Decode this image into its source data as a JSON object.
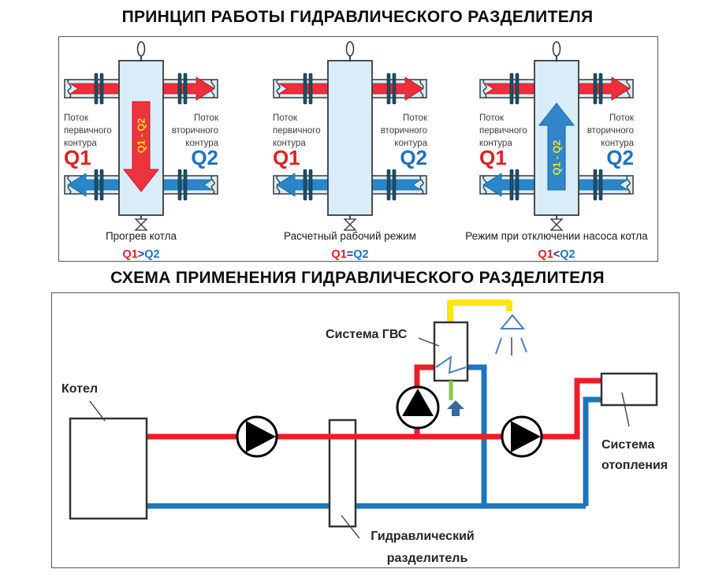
{
  "top_section": {
    "title": "ПРИНЦИП РАБОТЫ ГИДРАВЛИЧЕСКОГО РАЗДЕЛИТЕЛЯ",
    "flow_labels": {
      "primary": [
        "Поток",
        "первичного",
        "контура"
      ],
      "secondary": [
        "Поток",
        "вторичного",
        "контура"
      ]
    },
    "q1": "Q1",
    "q2": "Q2",
    "delta_label": "Q1 - Q2",
    "diagrams": [
      {
        "caption": "Прогрев котла",
        "relation": {
          "q1": "Q1",
          "op": ">",
          "q2": "Q2"
        }
      },
      {
        "caption": "Расчетный рабочий режим",
        "relation": {
          "q1": "Q1",
          "op": "=",
          "q2": "Q2"
        }
      },
      {
        "caption": "Режим при отключении насоса котла",
        "relation": {
          "q1": "Q1",
          "op": "<",
          "q2": "Q2"
        }
      }
    ]
  },
  "bottom_section": {
    "title": "СХЕМА ПРИМЕНЕНИЯ ГИДРАВЛИЧЕСКОГО РАЗДЕЛИТЕЛЯ",
    "labels": {
      "boiler": "Котел",
      "dhw": "Система ГВС",
      "heating": [
        "Система",
        "отопления"
      ],
      "separator": [
        "Гидравлический",
        "разделитель"
      ]
    }
  },
  "colors": {
    "hot_pipe": "#ee1c25",
    "cold_pipe": "#1e75bb",
    "dhw_supply_pipe": "#ffe612",
    "cold_inlet_pipe": "#8dc63f",
    "separator_body_fill": "#d9edf9",
    "q1_red": "#e0201f",
    "q2_blue": "#1c73c0",
    "delta_yellow": "#ffdf1b",
    "relation_operator": "#2b3a8c"
  }
}
